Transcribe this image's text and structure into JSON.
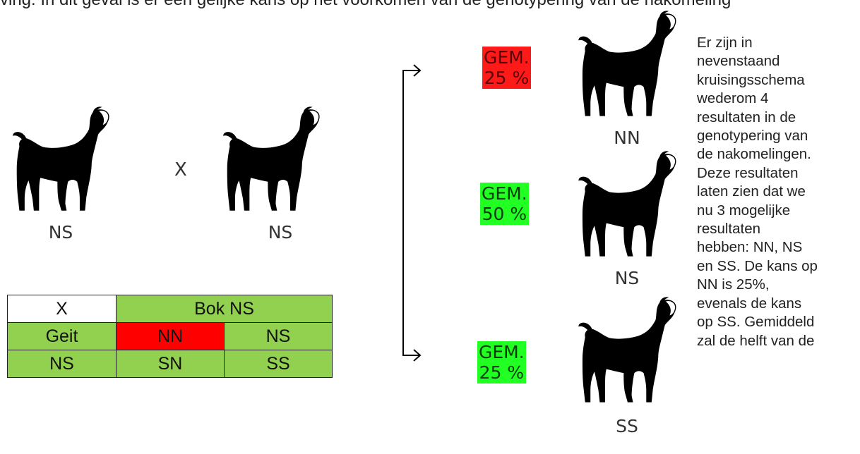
{
  "top_line": "ving. In dit geval is er een gelijke kans op het voorkomen van de genotypering van de nakomeling",
  "parents": [
    {
      "label": "NS"
    },
    {
      "label": "NS"
    }
  ],
  "cross_symbol": "X",
  "punnett": {
    "corner": "X",
    "header": "Bok NS",
    "row_label_top": "Geit",
    "row_label_bottom": "NS",
    "cells": [
      [
        "NN",
        "NS"
      ],
      [
        "SN",
        "SS"
      ]
    ],
    "colors": {
      "header": "#92d050",
      "highlight": "#ff0000"
    }
  },
  "offspring": [
    {
      "label": "NN",
      "badge_line1": "GEM.",
      "badge_line2": "25 %",
      "badge_color": "#ff1a1a"
    },
    {
      "label": "NS",
      "badge_line1": "GEM.",
      "badge_line2": "50 %",
      "badge_color": "#22ff22"
    },
    {
      "label": "SS",
      "badge_line1": "GEM.",
      "badge_line2": "25 %",
      "badge_color": "#22ff22"
    }
  ],
  "explanation_lines": [
    "Er zijn in",
    "nevenstaand",
    "kruisingsschema",
    "wederom 4",
    "resultaten in de",
    "genotypering van",
    "de nakomelingen.",
    "Deze resultaten",
    "laten zien dat we",
    "nu 3 mogelijke",
    "resultaten",
    "hebben: NN, NS",
    "en SS. De kans op",
    "NN is 25%,",
    "evenals de kans",
    "op SS. Gemiddeld",
    "zal de helft van de"
  ]
}
